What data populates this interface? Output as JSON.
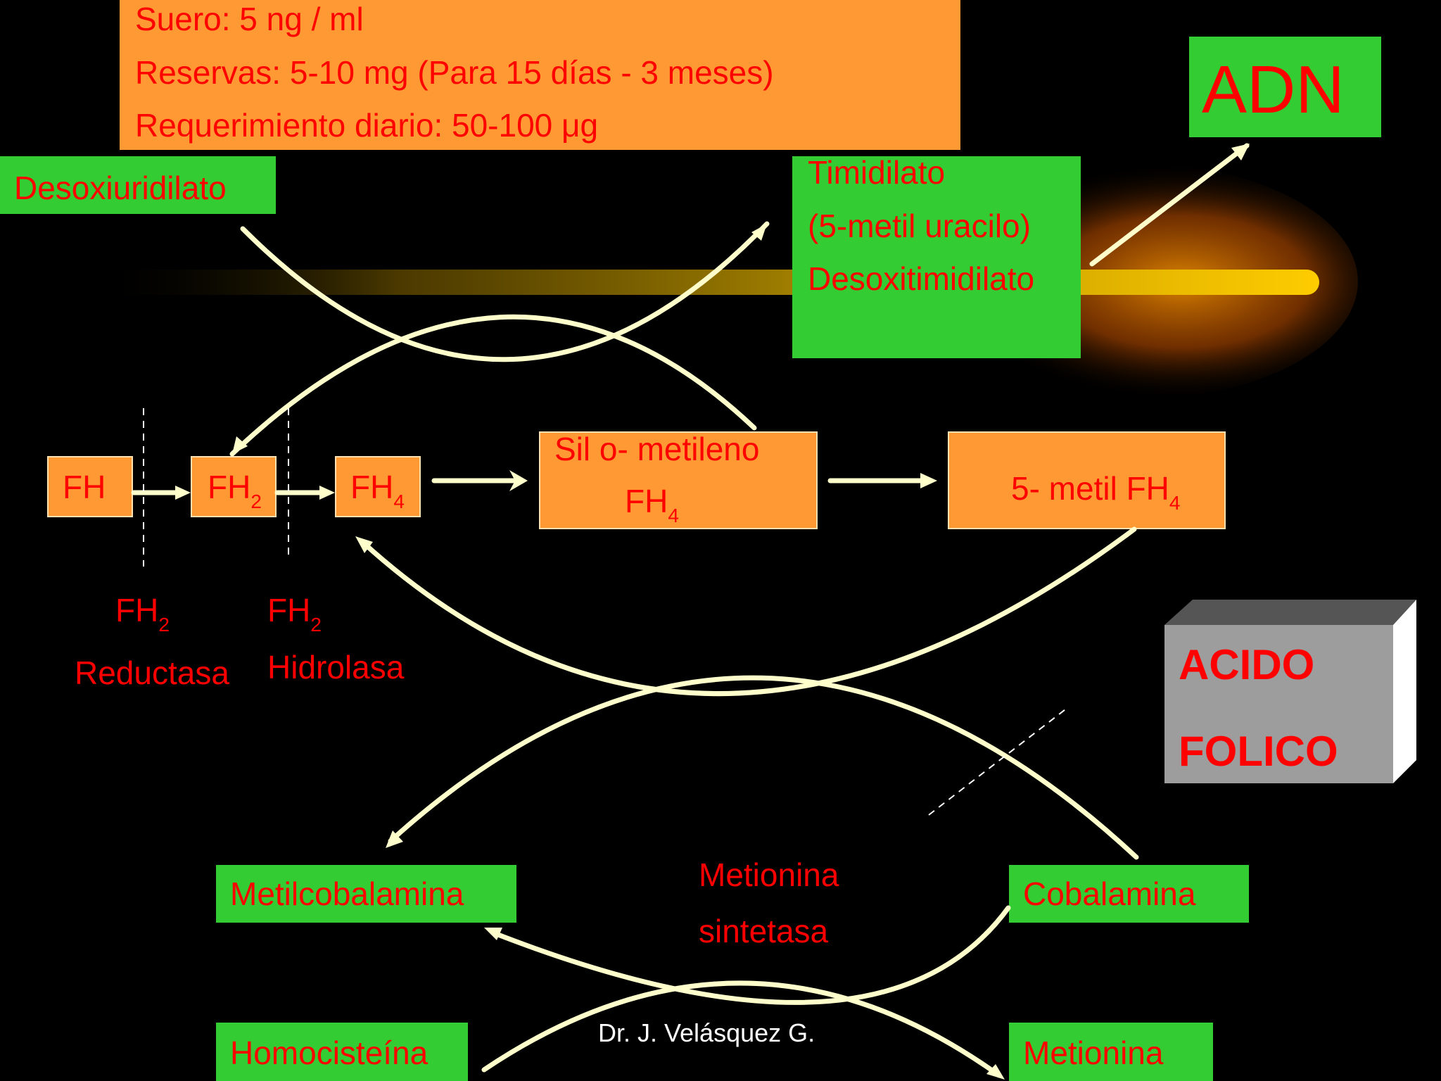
{
  "info_box": {
    "line1": "Suero: 5 ng / ml",
    "line2": "Reservas: 5-10 mg (Para 15 días - 3 meses)",
    "line3": "Requerimiento diario: 50-100 μg"
  },
  "desoxiuridilato": "Desoxiuridilato",
  "timidilato": {
    "line1": "Timidilato",
    "line2": "(5-metil uracilo)",
    "line3": "Desoxitimidilato"
  },
  "adn": "ADN",
  "fh": {
    "fh": "FH",
    "fh2_base": "FH",
    "fh2_sub": "2",
    "fh4_base": "FH",
    "fh4_sub": "4"
  },
  "sil": {
    "line1": "Sil o- metileno",
    "line2_base": "FH",
    "line2_sub": "4"
  },
  "metil_fh4": {
    "base": "5- metil FH",
    "sub": "4"
  },
  "enzymes": {
    "reductasa_top_base": "FH",
    "reductasa_top_sub": "2",
    "reductasa_bottom": "Reductasa",
    "hidrolasa_top_base": "FH",
    "hidrolasa_top_sub": "2",
    "hidrolasa_bottom": "Hidrolasa"
  },
  "acido_folico": {
    "line1": "ACIDO",
    "line2": "FOLICO"
  },
  "metilcobalamina": "Metilcobalamina",
  "cobalamina": "Cobalamina",
  "metionina_sintetasa": {
    "line1": "Metionina",
    "line2": "sintetasa"
  },
  "homocisteina": "Homocisteína",
  "metionina": "Metionina",
  "author": "Dr. J. Velásquez G.",
  "colors": {
    "background": "#000000",
    "orange_box": "#ff9933",
    "green_box": "#33cc33",
    "text_red": "#ff0000",
    "arrow": "#ffffcc"
  }
}
